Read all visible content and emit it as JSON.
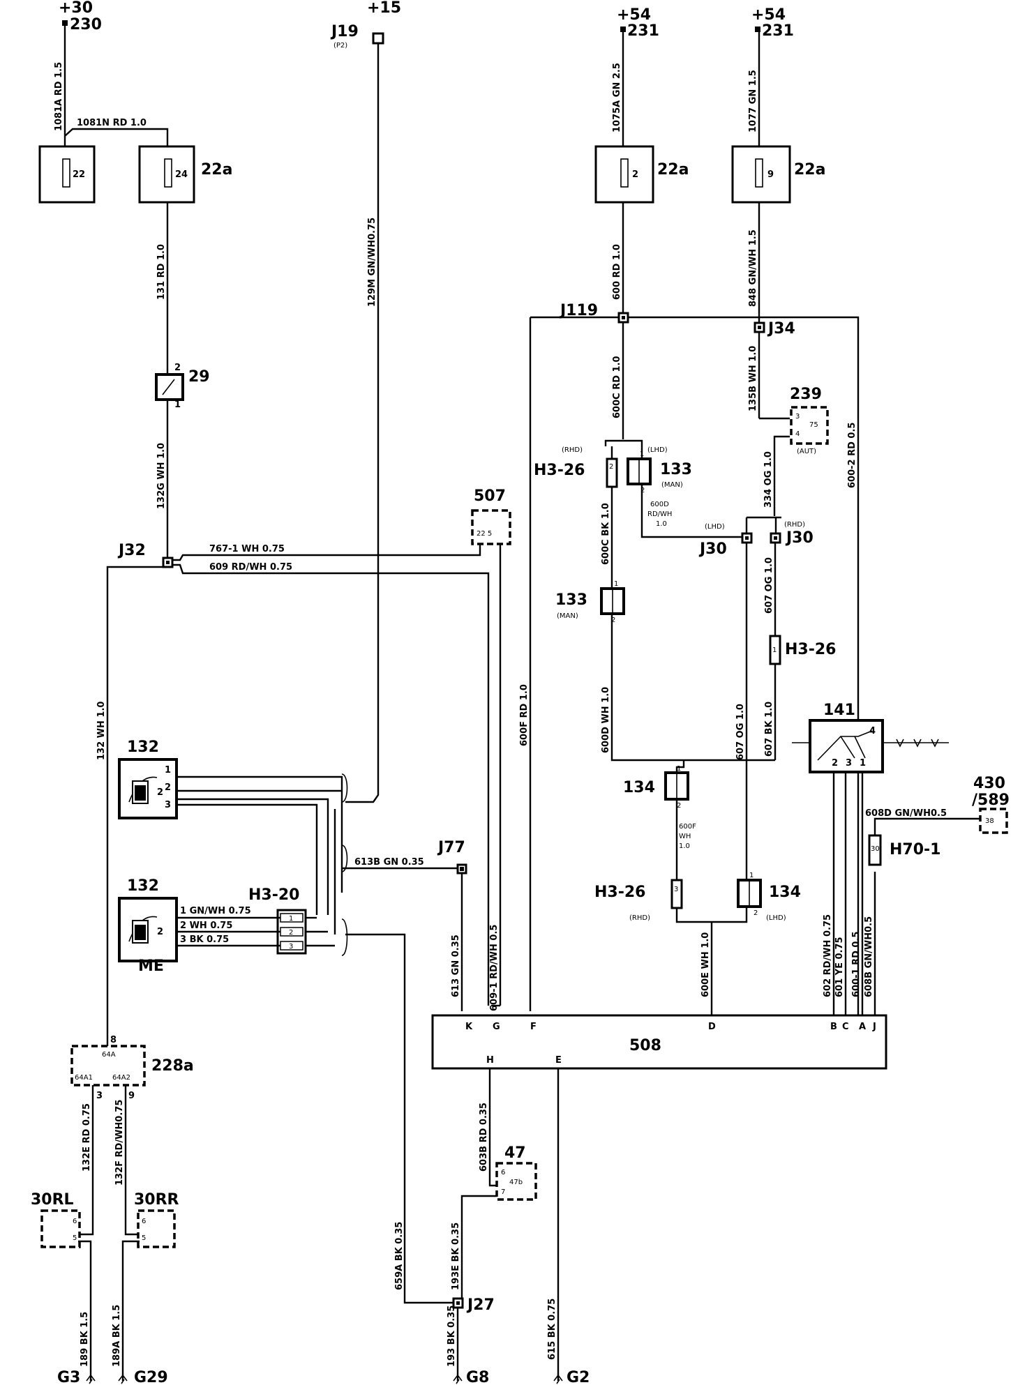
{
  "supply": {
    "t30": {
      "volt": "+30",
      "num": "230"
    },
    "t15": {
      "volt": "+15",
      "num": "J19",
      "sub": "(P2)"
    },
    "t54a": {
      "volt": "+54",
      "num": "231"
    },
    "t54b": {
      "volt": "+54",
      "num": "231"
    }
  },
  "fuses": {
    "f1": {
      "pin": "22",
      "ref": ""
    },
    "f2": {
      "pin": "24",
      "ref": "22a"
    },
    "f3": {
      "pin": "2",
      "ref": "22a"
    },
    "f4": {
      "pin": "9",
      "ref": "22a"
    }
  },
  "wires": {
    "w1081A": "1081A RD 1.5",
    "w1081N": "1081N RD 1.0",
    "w131": "131 RD 1.0",
    "w129M": "129M GN/WH0.75",
    "w1075A": "1075A GN 2.5",
    "w1077": "1077 GN 1.5",
    "w600": "600 RD 1.0",
    "w848": "848 GN/WH 1.5",
    "w600C_top": "600C RD 1.0",
    "w135B": "135B WH 1.0",
    "w334": "334 OG 1.0",
    "w600_2": "600-2 RD 0.5",
    "w132G": "132G WH 1.0",
    "w767": "767-1 WH 0.75",
    "w609": "609 RD/WH 0.75",
    "w600D_rdwh": [
      "600D",
      "RD/WH",
      "1.0"
    ],
    "w600C_bk": "600C BK 1.0",
    "w607_og_top": "607 OG 1.0",
    "w132": "132 WH 1.0",
    "w609_1": "609-1 RD/WH 0.5",
    "w600F_rd": "600F RD 1.0",
    "w600D_wh": "600D WH 1.0",
    "w607_og": "607 OG 1.0",
    "w607_bk": "607 BK 1.0",
    "w600F_wh": [
      "600F",
      "WH",
      "1.0"
    ],
    "w608D": "608D GN/WH0.5",
    "w613B": "613B GN 0.35",
    "w613": "613 GN 0.35",
    "w600E": "600E WH 1.0",
    "w602": "602 RD/WH 0.75",
    "w601": "601 YE 0.75",
    "w600_1": "600-1 RD 0.5",
    "w608B": "608B GN/WH0.5",
    "w132E": "132E RD 0.75",
    "w132F": "132F RD/WH0.75",
    "w603B": "603B RD 0.35",
    "w659A": "659A BK 0.35",
    "w193E": "193E BK 0.35",
    "w189": "189 BK 1.5",
    "w189A": "189A BK 1.5",
    "w193": "193 BK 0.35",
    "w615": "615 BK 0.75",
    "h320_1": "1 GN/WH 0.75",
    "h320_2": "2 WH 0.75",
    "h320_3": "3 BK 0.75"
  },
  "components": {
    "c29": "29",
    "c239": {
      "ref": "239",
      "inner": "75",
      "sub": "(AUT)",
      "p3": "3",
      "p4": "4"
    },
    "c507": {
      "ref": "507",
      "inner": "22 5"
    },
    "j119": "J119",
    "j34": "J34",
    "j32": "J32",
    "j30a": "J30",
    "j30b": "J30",
    "j77": "J77",
    "j27": "J27",
    "rhd": "(RHD)",
    "lhd": "(LHD)",
    "man": "(MAN)",
    "h326": "H3-26",
    "h320": "H3-20",
    "h701": "H70-1",
    "h701_inner": "30",
    "c133": "133",
    "c134": "134",
    "c141": "141",
    "c132": "132",
    "me": "ME",
    "c430": [
      "430",
      "/589"
    ],
    "c430_inner": "38",
    "c508": {
      "ref": "508",
      "pins": [
        "K",
        "G",
        "F",
        "D",
        "B",
        "C",
        "A",
        "J",
        "H",
        "E"
      ]
    },
    "c228a": {
      "ref": "228a",
      "inner": "64A",
      "p1": "64A1",
      "p2": "64A2",
      "pin8": "8",
      "pin3": "3",
      "pin9": "9"
    },
    "c30rl": {
      "ref": "30RL",
      "p6": "6",
      "p5": "5"
    },
    "c30rr": {
      "ref": "30RR",
      "p6": "6",
      "p5": "5"
    },
    "c47": {
      "ref": "47",
      "inner": "47b",
      "p6": "6",
      "p7": "7"
    },
    "pins": {
      "p1": "1",
      "p2": "2",
      "p3": "3",
      "p4": "4"
    }
  },
  "grounds": {
    "g3": "G3",
    "g29": "G29",
    "g8": "G8",
    "g2": "G2"
  }
}
